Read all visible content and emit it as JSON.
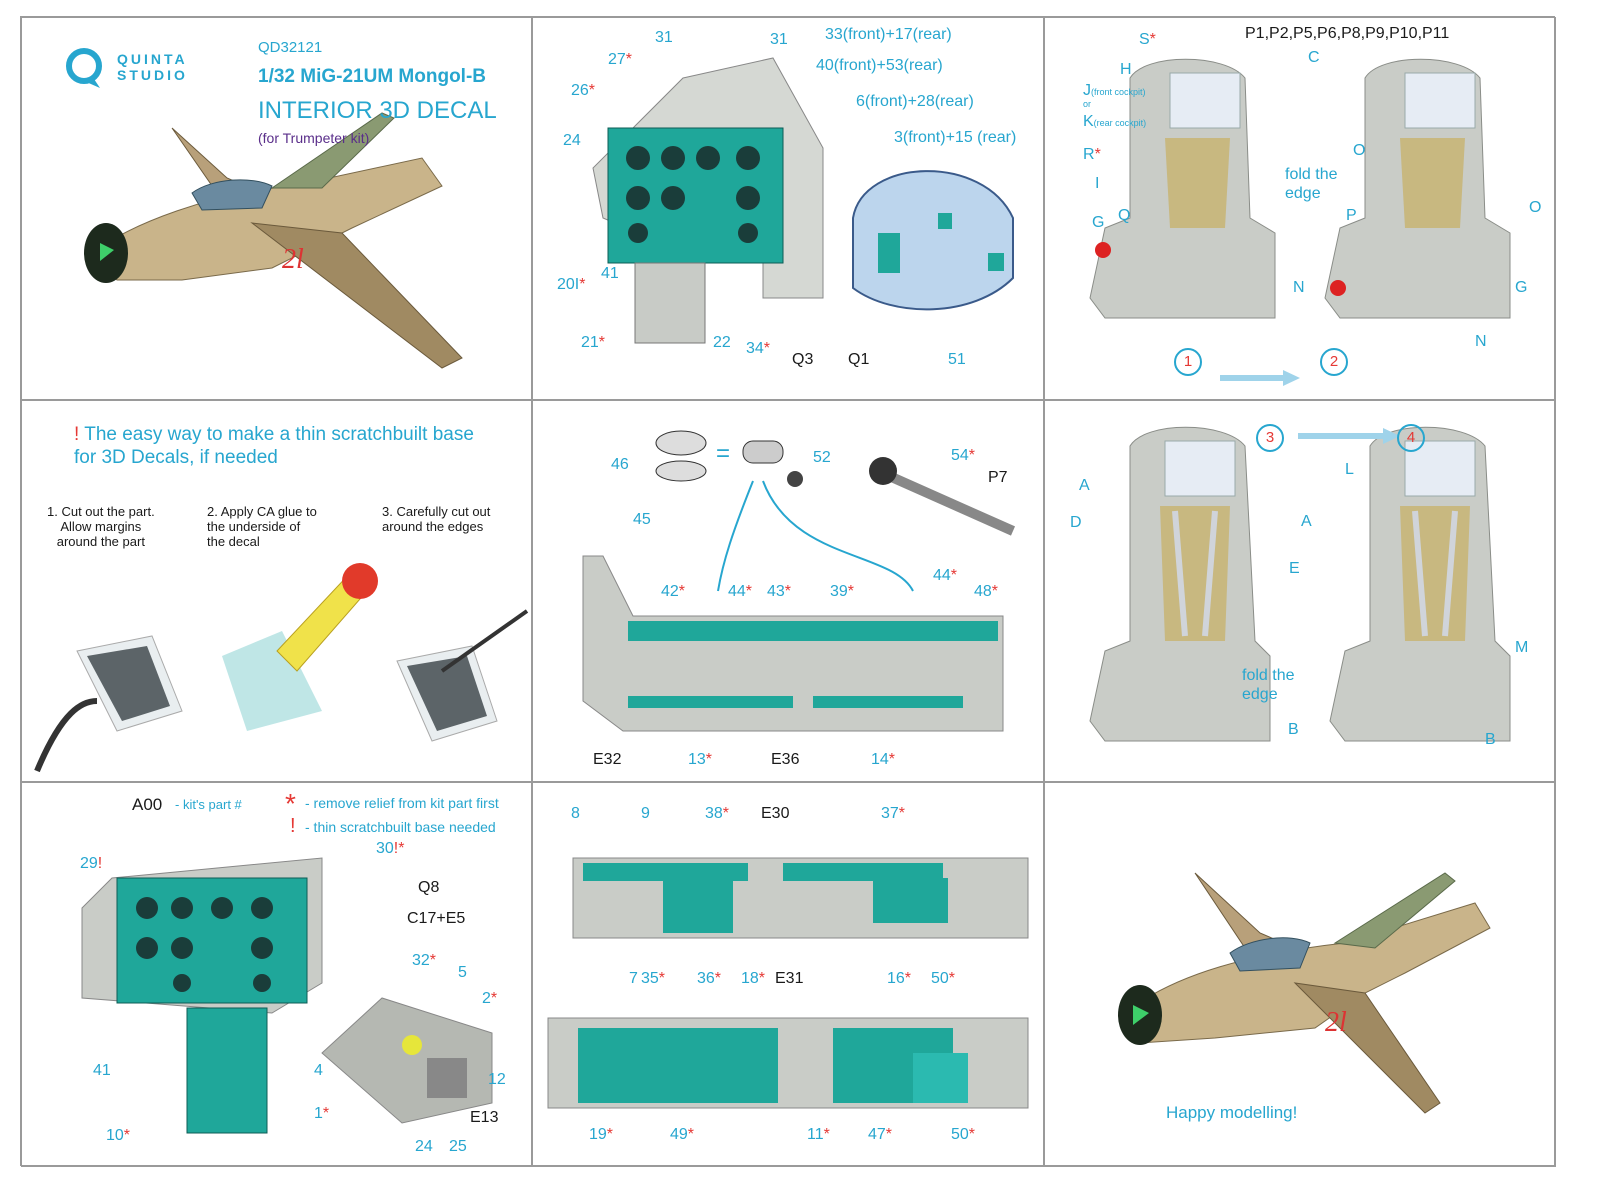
{
  "brand": {
    "name_line1": "QUINTA",
    "name_line2": "STUDIO"
  },
  "header": {
    "code": "QD32121",
    "title": "1/32 MiG-21UM Mongol-B",
    "subtitle": "INTERIOR 3D DECAL",
    "kit_note": "(for Trumpeter kit)"
  },
  "panel_dash": {
    "labels": [
      "31",
      "27",
      "26",
      "24",
      "20I",
      "41",
      "21",
      "22",
      "34",
      "31",
      "Q3"
    ],
    "note_33": "33(front)+17(rear)",
    "note_40": "40(front)+53(rear)",
    "note_6": "6(front)+28(rear)",
    "note_3": "3(front)+15 (rear)",
    "q1": "Q1",
    "n51": "51"
  },
  "panel_seats_top": {
    "list": "P1,P2,P5,P6,P8,P9,P10,P11",
    "s": "S",
    "h": "H",
    "c": "C",
    "j": "J",
    "j_note": "(front cockpit)",
    "or": "or",
    "k": "K",
    "k_note": "(rear cockpit)",
    "r": "R",
    "i": "I",
    "g": "G",
    "q": "Q",
    "fold": "fold the\nedge",
    "o": "O",
    "p": "P",
    "n": "N",
    "step1": "1",
    "step2": "2"
  },
  "panel_scratch": {
    "bang": "!",
    "heading": "The easy way to make a thin scratchbuilt base\nfor 3D Decals, if needed",
    "step1": "1. Cut out the part.\n Allow margins\naround the part",
    "step2": "2. Apply CA glue to\nthe underside of\nthe decal",
    "step3": "3. Carefully cut out\naround the edges"
  },
  "panel_sidewall": {
    "labels": [
      "46",
      "45",
      "52",
      "54",
      "P7",
      "42",
      "44",
      "43",
      "39",
      "44",
      "48",
      "E32",
      "13",
      "E36",
      "14"
    ]
  },
  "panel_seats_bottom": {
    "step3": "3",
    "step4": "4",
    "a": "A",
    "d": "D",
    "e": "E",
    "l": "L",
    "m": "M",
    "b": "B",
    "fold": "fold the\nedge"
  },
  "legend": {
    "a00": "A00",
    "a00_desc": "- kit's part #",
    "star_desc": "- remove relief from kit part first",
    "bang_desc": "-  thin scratchbuilt base needed"
  },
  "panel_rear": {
    "labels": [
      "29",
      "30",
      "Q8",
      "C17+E5",
      "32",
      "5",
      "2",
      "4",
      "12",
      "41",
      "10",
      "1",
      "24",
      "25",
      "E13"
    ]
  },
  "panel_consoles": {
    "labels": [
      "8",
      "9",
      "38",
      "E30",
      "37",
      "7",
      "18",
      "16",
      "35",
      "36",
      "E31",
      "50",
      "19",
      "49",
      "11",
      "47",
      "50"
    ]
  },
  "footer": {
    "happy": "Happy modelling!"
  },
  "colors": {
    "accent": "#27a6cf",
    "panel": "#1fa79a",
    "grey": "#b9bcb6",
    "star": "#e53935",
    "title": "#27a6cf"
  }
}
